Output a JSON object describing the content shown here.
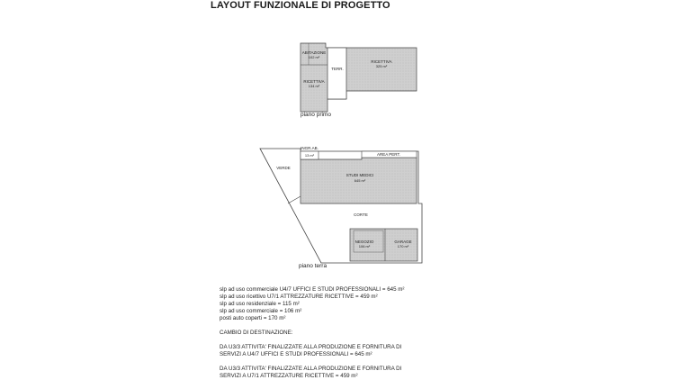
{
  "title": "LAYOUT FUNZIONALE DI PROGETTO",
  "upper_floor": {
    "caption": "piano primo",
    "rooms": [
      {
        "name": "ABITAZIONE",
        "area": "102 m²"
      },
      {
        "name": "TERR.",
        "area": ""
      },
      {
        "name": "RICETTIVA",
        "area": "325 m²"
      },
      {
        "name": "RICETTIVA",
        "area": "134 m²"
      }
    ]
  },
  "ground_floor": {
    "caption": "piano terra",
    "rooms": [
      {
        "name": "INGR.AB.",
        "area": "13 m²"
      },
      {
        "name": "AREA PERT.",
        "area": ""
      },
      {
        "name": "VERDE",
        "area": ""
      },
      {
        "name": "STUDI MEDICI",
        "area": "645 m²"
      },
      {
        "name": "CORTE",
        "area": ""
      },
      {
        "name": "NEGOZIO",
        "area": "106 m²"
      },
      {
        "name": "GARAGE",
        "area": "170 m²"
      }
    ]
  },
  "summary": [
    "slp ad uso commerciale U4/7 UFFICI E STUDI PROFESSIONALI = 645 m²",
    "slp ad uso ricettivo U7/1 ATTREZZATURE RICETTIVE = 459 m²",
    "slp ad uso residenziale = 115 m²",
    "slp ad uso commerciale = 106 m²",
    "posti auto coperti = 170 m²"
  ],
  "change_heading": "CAMBIO DI DESTINAZIONE:",
  "changes": [
    [
      "DA U3/3 ATTIVITA' FINALIZZATE ALLA PRODUZIONE E FORNITURA DI",
      "SERVIZI A U4/7 UFFICI E STUDI PROFESSIONALI = 645 m²"
    ],
    [
      "DA U3/3 ATTIVITA' FINALIZZATE ALLA PRODUZIONE E FORNITURA DI",
      "SERVIZI A U7/1 ATTREZZATURE RICETTIVE = 459 m²"
    ]
  ]
}
